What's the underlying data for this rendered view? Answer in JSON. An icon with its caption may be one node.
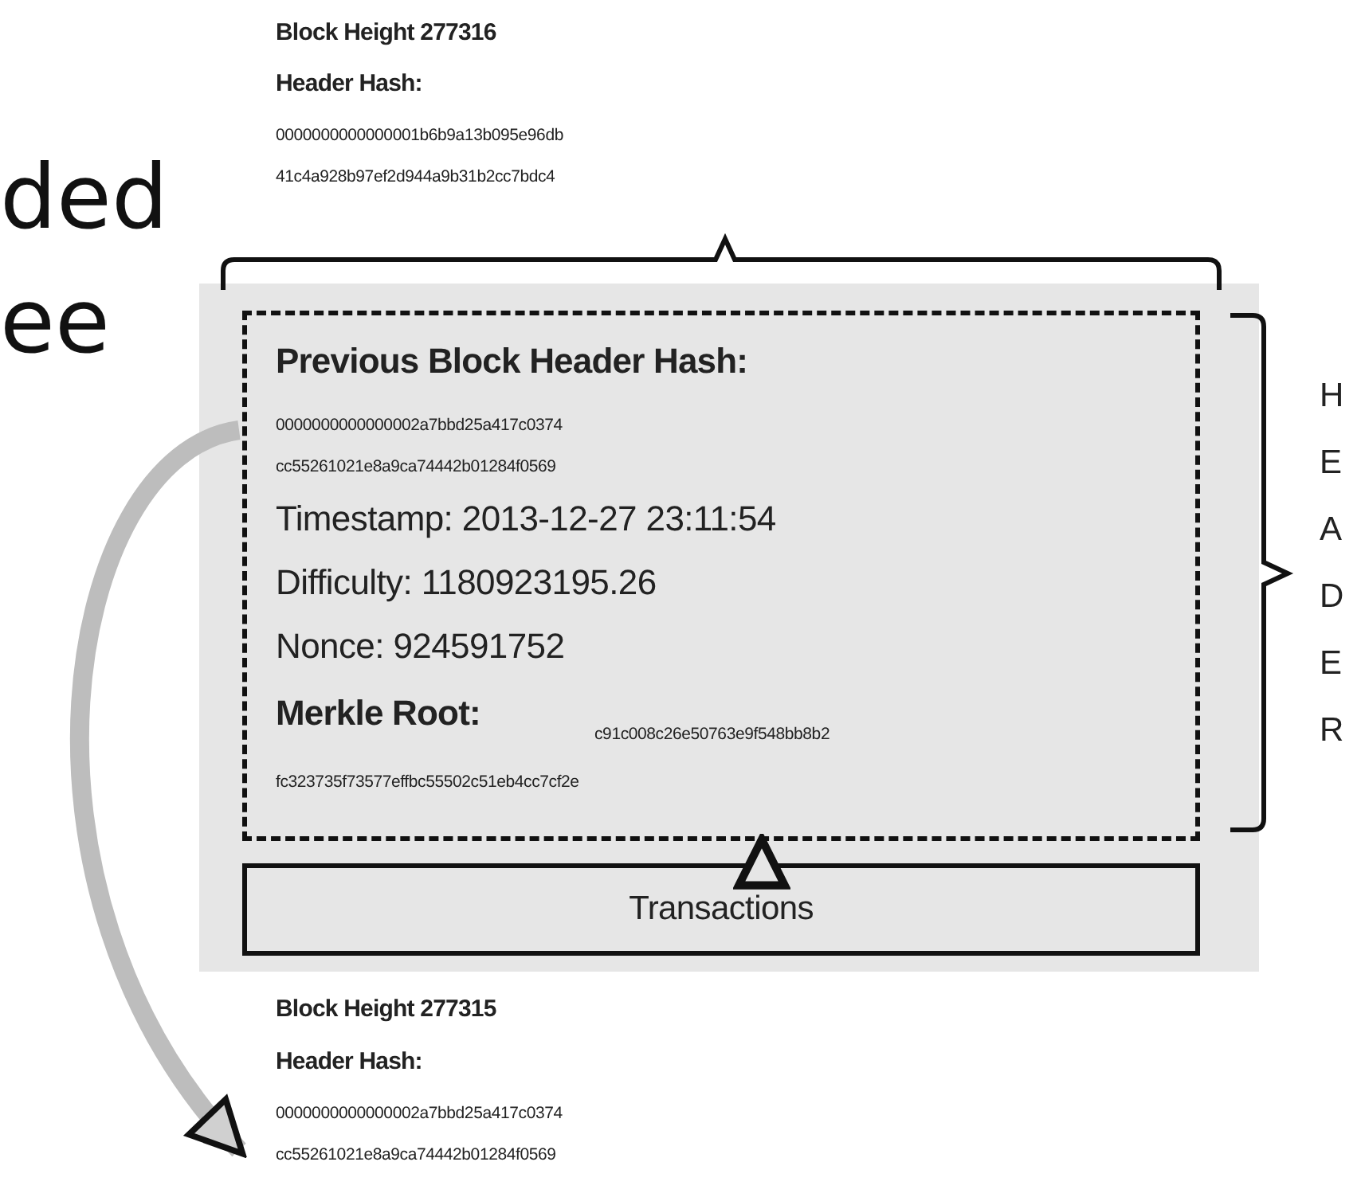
{
  "diagram": {
    "nodes": [
      {
        "text": [
          "Block Height 277316",
          "Header Hash:",
          "0000000000000001b6b9a13b095e96db 41c4a928b97ef2d944a9b31b2cc7bdc4"
        ]
      },
      {
        "text": [
          "Previous Block Header Hash:",
          "0000000000000002a7bbd25a417c0374 cc55261021e8a9ca74442b01284f0569",
          "Timestamp: 2013-12-27 23:11:54",
          "Difficulty: 1180923195.26",
          "Nonce: 924591752",
          "Merkle Root:",
          "c91c008c26e50763e9f548bb8b2 fc323735f73577effbc55502c51eb4cc7cf2e"
        ],
        "beside": [
          "HEADER"
        ],
        "in": 0
      },
      {
        "text": [
          "Transactions"
        ],
        "in": 0
      },
      {
        "text": [
          "Block Height 277315",
          "Header Hash:",
          "0000000000000002a7bbd25a417c0374 cc55261021e8a9ca74442b01284f0569"
        ]
      }
    ],
    "edges": [
      {
        "from": 2,
        "to": 1,
        "arrow": "to"
      },
      {
        "from": 1,
        "to": 3,
        "arrow": "to",
        "style": "thick",
        "color": "#bdbdbd"
      }
    ],
    "labels": [
      "ded",
      "ee"
    ]
  }
}
